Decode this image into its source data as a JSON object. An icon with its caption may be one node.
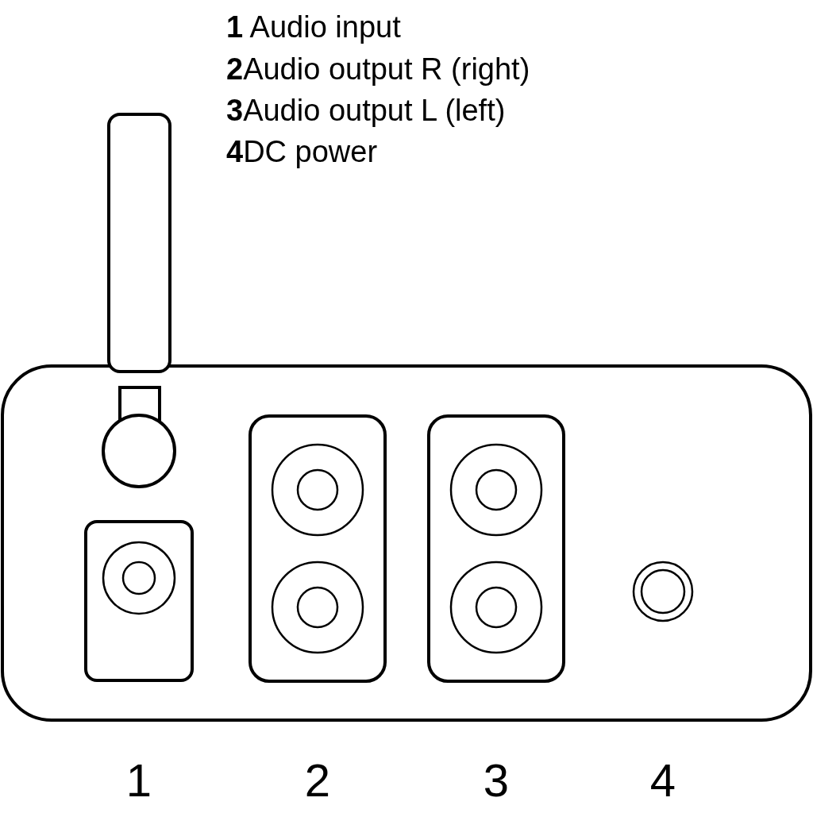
{
  "diagram": {
    "labels": [
      "**1** Audio input",
      "**2**Audio output R (right)",
      "**3**Audio output L (left)",
      "**4**DC power",
      "1",
      "2",
      "3",
      "4"
    ]
  }
}
